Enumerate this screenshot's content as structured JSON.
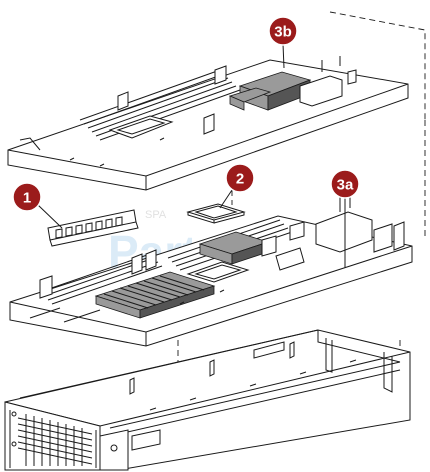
{
  "callouts": {
    "c1": "1",
    "c2": "2",
    "c3a": "3a",
    "c3b": "3b"
  },
  "watermark": {
    "brand": "Parts",
    "tag": "SPA"
  },
  "colors": {
    "callout_fill": "#9b1b1b",
    "line": "#1a1a1a",
    "heatsink": "#9a9a9a",
    "watermark": "#7fb8e6"
  }
}
